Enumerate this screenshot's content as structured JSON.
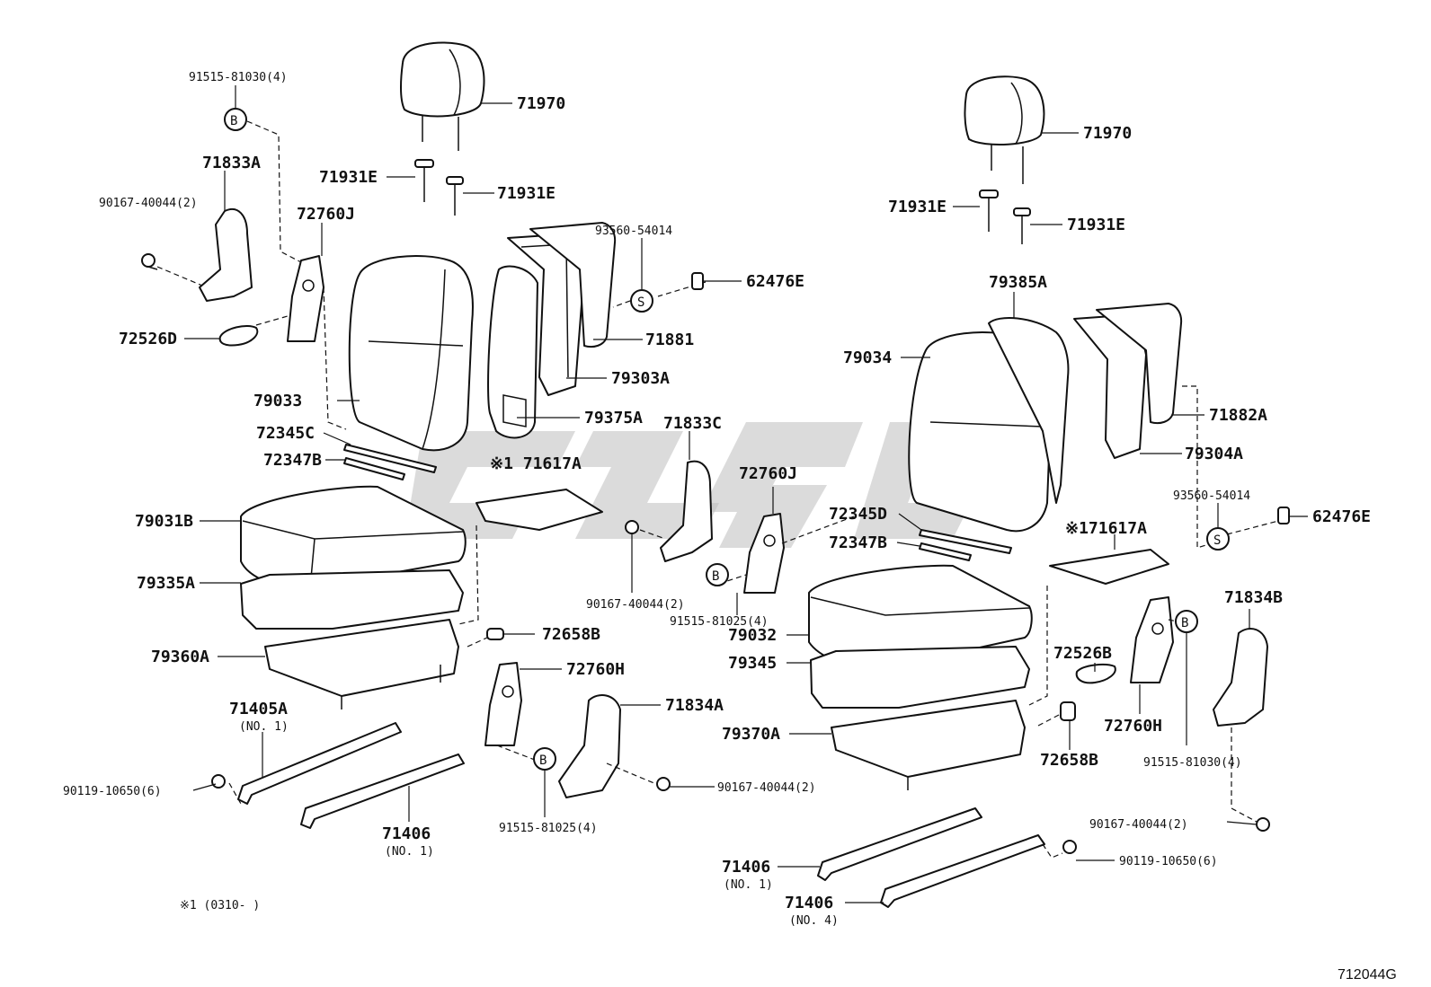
{
  "labels": {
    "headrest_l": "71970",
    "headrest_r": "71970",
    "guide_l1": "71931E",
    "guide_l2": "71931E",
    "guide_r1": "71931E",
    "guide_r2": "71931E",
    "bolt_top_l": "91515-81030(4)",
    "cover_71833a": "71833A",
    "screw_l": "90167-40044(2)",
    "hinge_72760j_l": "72760J",
    "knob_72526d": "72526D",
    "part_93560_l": "93560-54014",
    "part_62476e_l": "62476E",
    "board_71881": "71881",
    "frame_79303a": "79303A",
    "back_79033": "79033",
    "back_79375a": "79375A",
    "wire_72345c": "72345C",
    "wire_72347b_l": "72347B",
    "mat_71617a_l": "※1 71617A",
    "cover_71833c": "71833C",
    "cushion_79031b": "79031B",
    "pad_79335a": "79335A",
    "frame_79360a": "79360A",
    "pin_72658b_l": "72658B",
    "hinge_72760j_m": "72760J",
    "screw_m": "90167-40044(2)",
    "bolt_m": "91515-81025(4)",
    "hinge_72760h_l": "72760H",
    "cover_71834a": "71834A",
    "rail_71405a": "71405A",
    "rail_71405a_no": "(NO. 1)",
    "bolt_90119_l": "90119-10650(6)",
    "rail_71406_l": "71406",
    "rail_71406_l_no": "(NO. 1)",
    "screw_lb": "90167-40044(2)",
    "bolt_lb": "91515-81025(4)",
    "footnote": "※1 (0310-     )",
    "back_79385a": "79385A",
    "back_79034": "79034",
    "board_71882a": "71882A",
    "frame_79304a": "79304A",
    "part_93560_r": "93560-54014",
    "part_62476e_r": "62476E",
    "wire_72345d": "72345D",
    "wire_72347b_r": "72347B",
    "mat_71617a_r": "※171617A",
    "cover_71834b": "71834B",
    "cushion_79032": "79032",
    "pad_79345": "79345",
    "knob_72526b": "72526B",
    "frame_79370a": "79370A",
    "pin_72658b_r": "72658B",
    "hinge_72760h_r": "72760H",
    "bolt_r": "91515-81030(4)",
    "screw_rb": "90167-40044(2)",
    "rail_71406_r1": "71406",
    "rail_71406_r1_no": "(NO. 1)",
    "rail_71406_r4": "71406",
    "rail_71406_r4_no": "(NO. 4)",
    "bolt_90119_r": "90119-10650(6)",
    "marker_b": "B",
    "marker_s": "S",
    "drawing_code": "712044G"
  }
}
